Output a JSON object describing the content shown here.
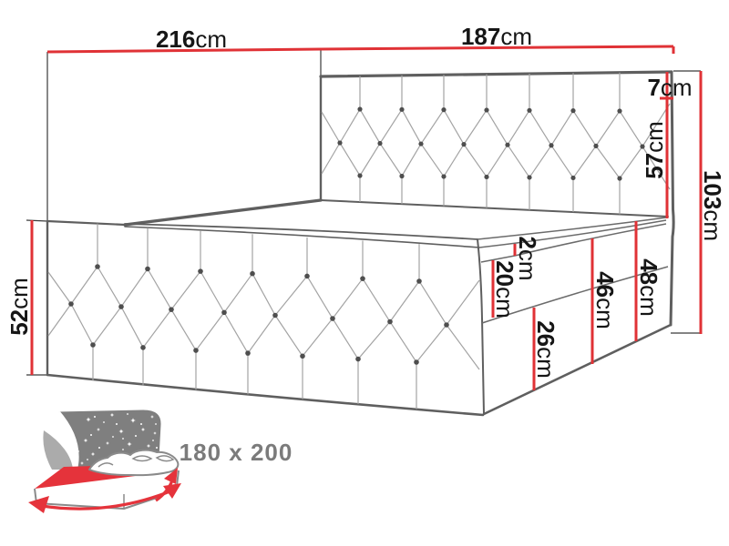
{
  "diagram": {
    "type": "furniture-dimension-diagram",
    "subject": "upholstered continental bed with tufted headboard",
    "colors": {
      "dimension_line": "#e03236",
      "outline": "#5f5f5f",
      "tuft_line": "#a3a3a3",
      "text": "#161616",
      "size_label_text": "#7b7b7b",
      "icon_red": "#e5333b",
      "icon_gray": "#7f7f7f",
      "background": "#ffffff"
    },
    "dims": {
      "d216": {
        "num": "216",
        "unit": "cm"
      },
      "d187": {
        "num": "187",
        "unit": "cm"
      },
      "d7": {
        "num": "7",
        "unit": "cm"
      },
      "d57": {
        "num": "57",
        "unit": "cm"
      },
      "d103": {
        "num": "103",
        "unit": "cm"
      },
      "d52": {
        "num": "52",
        "unit": "cm"
      },
      "d2": {
        "num": "2",
        "unit": "cm"
      },
      "d20": {
        "num": "20",
        "unit": "cm"
      },
      "d26": {
        "num": "26",
        "unit": "cm"
      },
      "d46": {
        "num": "46",
        "unit": "cm"
      },
      "d48": {
        "num": "48",
        "unit": "cm"
      }
    },
    "bed_size_label": "180 x 200"
  }
}
